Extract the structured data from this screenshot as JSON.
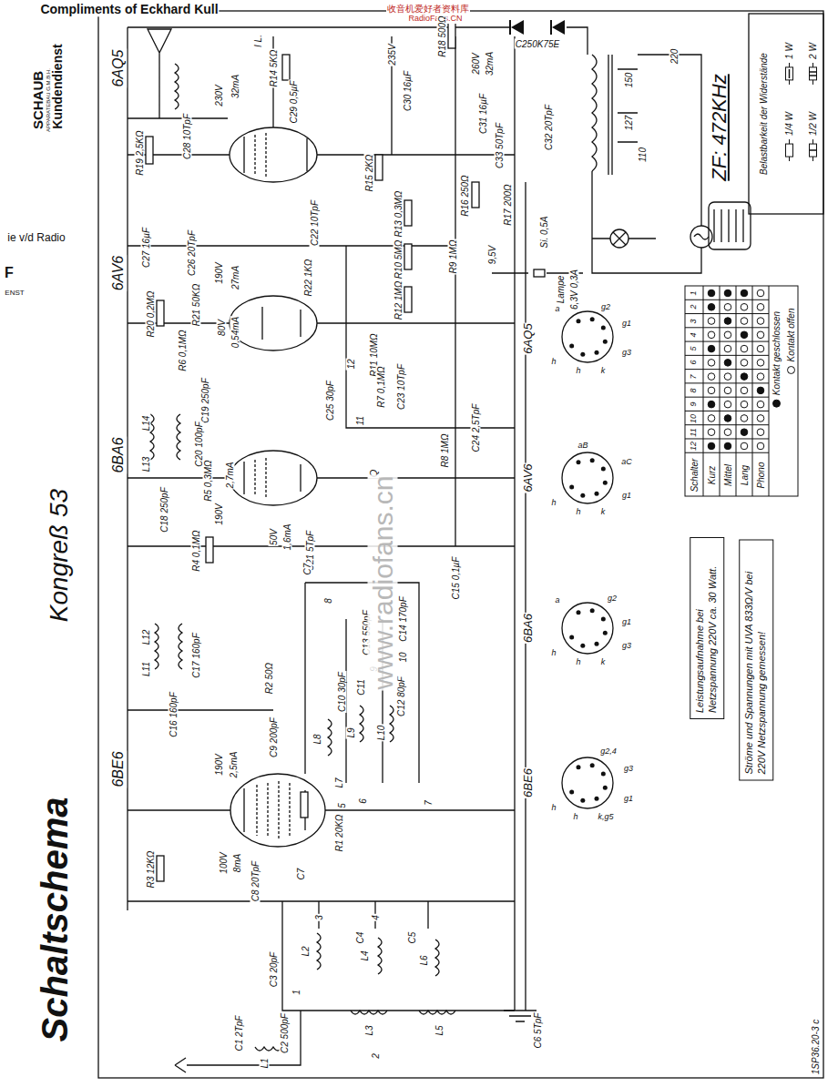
{
  "diagram": {
    "title": "Schaltschema",
    "nodes": [
      {
        "text": [
          "Leistungsaufnahme bei Netzspannung 220V ca. 30 Watt."
        ]
      },
      {
        "text": [
          "Ströme und Spannungen mit UVA 833Ω/V bei 220V Netzspannung gemessen!"
        ]
      }
    ],
    "labels": [
      "Compliments of Eckhard Kull",
      "收音机爱好者资料库",
      "RadioFans.CN",
      "SCHAUB",
      "APPARATEBAU G.M.B.H.",
      "Kundendienst",
      "ie v/d Radio",
      "F",
      "ENST",
      "Kongreß 53",
      "6AQ5",
      "6AV6",
      "6BA6",
      "6BE6",
      "R19 2,5KΩ",
      "C28 10TpF",
      "230V",
      "32mA",
      "I L.",
      "R14 5KΩ",
      "C29 0,5µF",
      "190V",
      "27mA",
      "R22 1KΩ",
      "R15 2KΩ",
      "235V",
      "C30 16µF",
      "R18 500Ω",
      "260V",
      "32mA",
      "C250K75E",
      "C31 16µF",
      "C33 50TpF",
      "C32 20TpF",
      "R16 250Ω",
      "R17 200Ω",
      "9,5V",
      "Si. 0,5A",
      "Lampe",
      "6,3V 0,3A",
      "150",
      "220",
      "127",
      "110",
      "ZF: 472KHz",
      "Belastbarkeit der Widerstände",
      "C27 16µF",
      "C26 20TpF",
      "R20 0,2MΩ",
      "R21 50KΩ",
      "80V",
      "0,54mA",
      "C22 10TpF",
      "R13 0,3MΩ",
      "R10 5MΩ",
      "R9 1MΩ",
      "R12 1MΩ",
      "R11 10MΩ",
      "R6 0,1MΩ",
      "R7 0,1MΩ",
      "C23 10TpF",
      "C25 30pF",
      "12",
      "11",
      "Q",
      "R8 1MΩ",
      "C24 2,5TpF",
      "C19 250pF",
      "C20 100pF",
      "L14",
      "L13",
      "R5 0,3MΩ",
      "2,7mA",
      "190V",
      "C18 250pF",
      "R4 0,1MΩ",
      "50V",
      "1,6mA",
      "C21 5TpF",
      "C15 0,1µF",
      "L12",
      "L11",
      "C17 160pF",
      "C16 160pF",
      "C7",
      "8",
      "C13 550pF",
      "9",
      "C14 170pF",
      "10",
      "C10 30pF",
      "C11",
      "C12 80pF",
      "L8",
      "L9",
      "L10",
      "R2 50Ω",
      "C9 200pF",
      "L7",
      "5",
      "6",
      "7",
      "190V",
      "2,5mA",
      "R1 20KΩ",
      "R3 12KΩ",
      "100V",
      "8mA",
      "C7",
      "C8 20TpF",
      "3",
      "4",
      "C4",
      "C5",
      "L2",
      "L4",
      "L6",
      "C3 20pF",
      "C1 2TpF",
      "C2 500pF",
      "L1",
      "1",
      "L3",
      "2",
      "L5",
      "C6 5TpF",
      "1SP36.20-3 c",
      "www.radiofans.cn",
      "Schalter",
      "12",
      "11",
      "10",
      "9",
      "8",
      "7",
      "6",
      "5",
      "4",
      "3",
      "2",
      "1",
      "Kurz",
      "Mittel",
      "Lang",
      "Phono",
      "6AQ5",
      "6AV6",
      "6BA6",
      "6BE6",
      "a",
      "g2",
      "g1",
      "h",
      "h",
      "k",
      "g3",
      "aB",
      "aC",
      "h",
      "h",
      "k",
      "g1",
      "a",
      "g2",
      "h",
      "h",
      "k",
      "g3",
      "g1",
      "g2,4",
      "g3",
      "h",
      "h",
      "k,g5",
      "g1"
    ],
    "legend": [
      {
        "text": "1/4 W"
      },
      {
        "text": "1 W"
      },
      {
        "text": "1/2 W"
      },
      {
        "text": "2 W"
      },
      {
        "text": "Kontakt geschlossen"
      },
      {
        "text": "Kontakt offen"
      }
    ]
  }
}
